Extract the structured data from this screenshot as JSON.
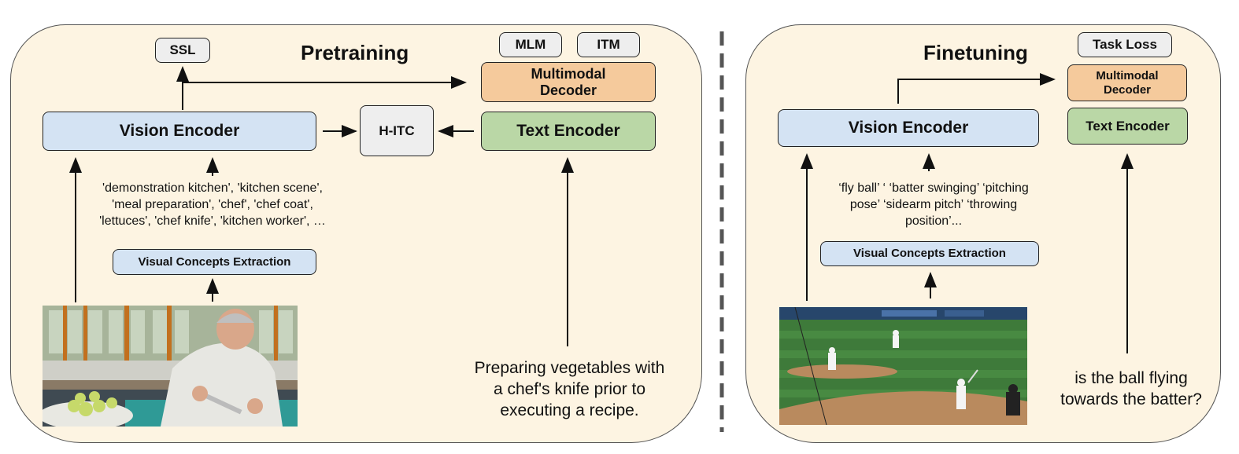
{
  "pretraining": {
    "title": "Pretraining",
    "ssl": "SSL",
    "mlm": "MLM",
    "itm": "ITM",
    "decoder": "Multimodal Decoder",
    "vision_encoder": "Vision Encoder",
    "hitc": "H-ITC",
    "text_encoder": "Text Encoder",
    "concepts_line1": "'demonstration kitchen', 'kitchen scene',",
    "concepts_line2": "'meal preparation',  'chef',  'chef coat',",
    "concepts_line3": "'lettuces', 'chef knife',  'kitchen worker', …",
    "extraction": "Visual Concepts Extraction",
    "caption": "Preparing vegetables with a chef's knife prior to executing a recipe."
  },
  "finetuning": {
    "title": "Finetuning",
    "task_loss": "Task Loss",
    "decoder": "Multimodal Decoder",
    "vision_encoder": "Vision Encoder",
    "text_encoder": "Text Encoder",
    "concepts_line1": "‘fly ball’ ‘ ‘batter swinging’ ‘pitching",
    "concepts_line2": "pose’ ‘sidearm pitch’ ‘throwing",
    "concepts_line3": "position’...",
    "extraction": "Visual Concepts Extraction",
    "question": "is the ball flying towards the batter?"
  },
  "colors": {
    "panel_bg": "#fdf4e2",
    "vision": "#d4e3f3",
    "text": "#bad7a6",
    "decoder": "#f5ca9c",
    "neutral": "#eeeeee"
  }
}
